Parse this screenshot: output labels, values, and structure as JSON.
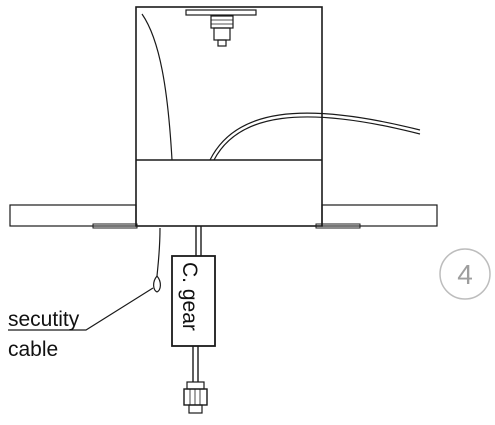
{
  "labels": {
    "cable_line1": "secutity",
    "cable_line2": "cable",
    "gear": "C. gear"
  },
  "step": {
    "number": "4"
  },
  "colors": {
    "line": "#1a1a1a",
    "hatch": "#333333",
    "step_circle": "#bdbdbd",
    "step_text": "#9e9e9e"
  }
}
